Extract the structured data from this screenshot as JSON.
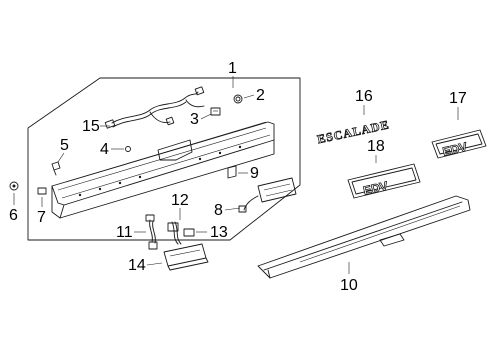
{
  "emblem_text": "ESCALADE",
  "badge_text": "EDV",
  "callouts": [
    {
      "id": "1",
      "label": "1"
    },
    {
      "id": "2",
      "label": "2"
    },
    {
      "id": "3",
      "label": "3"
    },
    {
      "id": "4",
      "label": "4"
    },
    {
      "id": "5",
      "label": "5"
    },
    {
      "id": "6",
      "label": "6"
    },
    {
      "id": "7",
      "label": "7"
    },
    {
      "id": "8",
      "label": "8"
    },
    {
      "id": "9",
      "label": "9"
    },
    {
      "id": "10",
      "label": "10"
    },
    {
      "id": "11",
      "label": "11"
    },
    {
      "id": "12",
      "label": "12"
    },
    {
      "id": "13",
      "label": "13"
    },
    {
      "id": "14",
      "label": "14"
    },
    {
      "id": "15",
      "label": "15"
    },
    {
      "id": "16",
      "label": "16"
    },
    {
      "id": "17",
      "label": "17"
    },
    {
      "id": "18",
      "label": "18"
    }
  ]
}
